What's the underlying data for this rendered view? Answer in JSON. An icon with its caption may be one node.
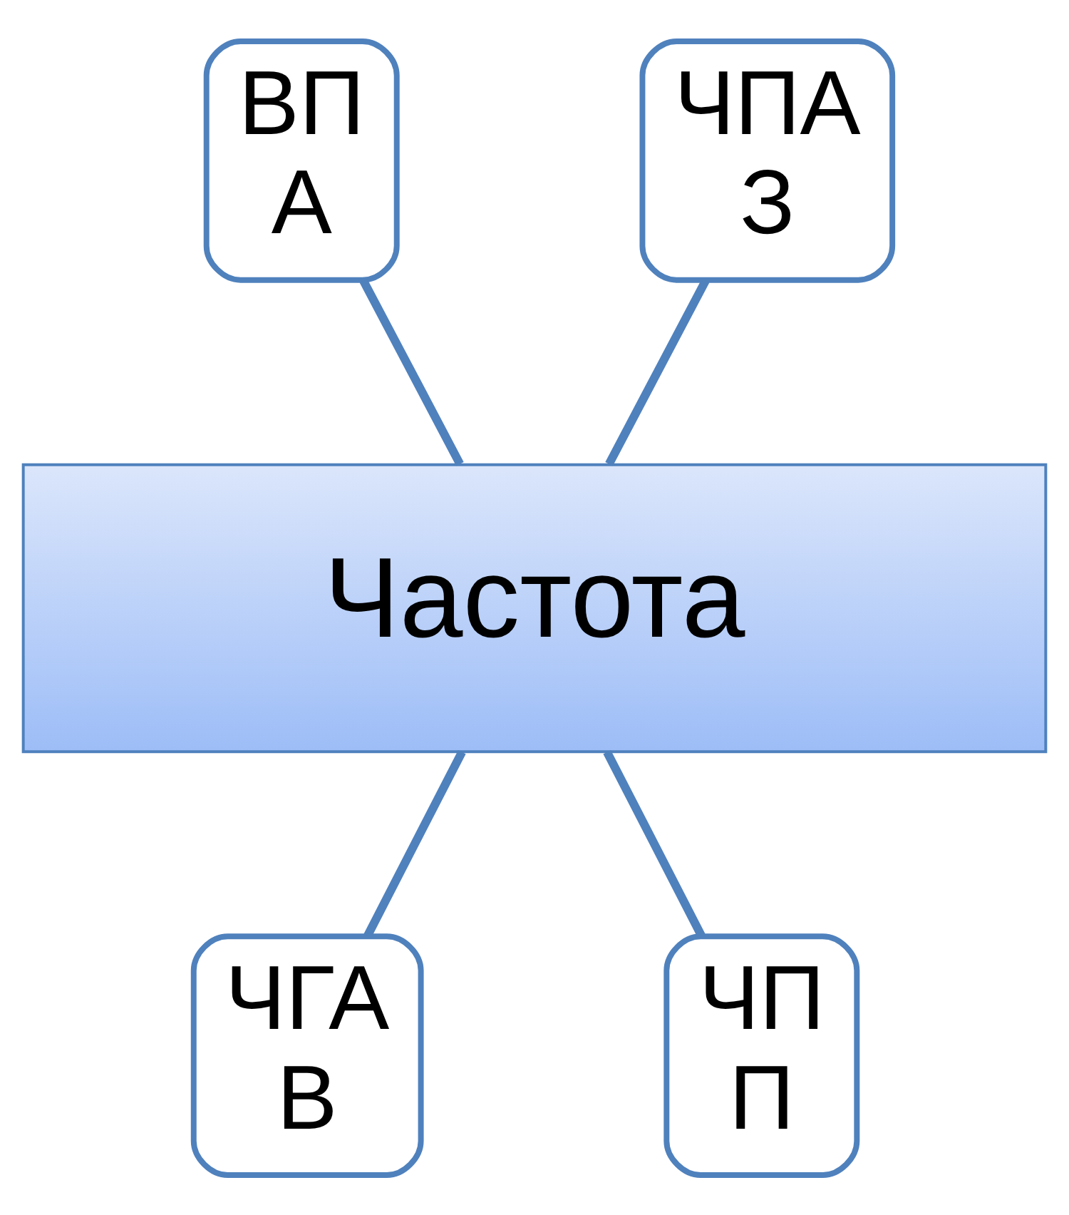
{
  "diagram": {
    "nodes": [
      {
        "text": [
          "ВП",
          "А"
        ]
      },
      {
        "text": [
          "ЧПА",
          "З"
        ]
      },
      {
        "text": [
          "Частота"
        ]
      },
      {
        "text": [
          "ЧГА",
          "В"
        ]
      },
      {
        "text": [
          "ЧП",
          "П"
        ]
      }
    ],
    "edges": [
      {
        "from": 0,
        "to": 2,
        "arrow": "none"
      },
      {
        "from": 1,
        "to": 2,
        "arrow": "none"
      },
      {
        "from": 2,
        "to": 3,
        "arrow": "none"
      },
      {
        "from": 2,
        "to": 4,
        "arrow": "none"
      }
    ]
  }
}
